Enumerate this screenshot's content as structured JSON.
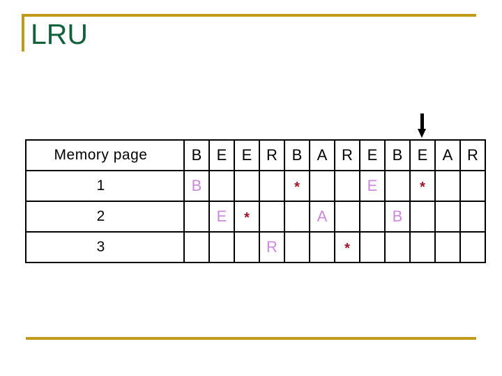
{
  "slide": {
    "title": "LRU",
    "title_color": "#13613C",
    "accent_color": "#BF9B17"
  },
  "annotation": {
    "arrow_icon": "arrow-down-icon",
    "arrow_target_column_index": 9
  },
  "table": {
    "header": {
      "label": "Memory page",
      "reference_string": [
        "B",
        "E",
        "E",
        "R",
        "B",
        "A",
        "R",
        "E",
        "B",
        "E",
        "A",
        "R"
      ]
    },
    "letter_color": "#CC88DD",
    "star_color": "#A61326",
    "rows": [
      {
        "label": "1",
        "cells": [
          "B",
          "",
          "",
          "",
          "*",
          "",
          "",
          "E",
          "",
          "*",
          "",
          ""
        ]
      },
      {
        "label": "2",
        "cells": [
          "",
          "E",
          "*",
          "",
          "",
          "A",
          "",
          "",
          "B",
          "",
          "",
          ""
        ]
      },
      {
        "label": "3",
        "cells": [
          "",
          "",
          "",
          "R",
          "",
          "",
          "*",
          "",
          "",
          "",
          "",
          ""
        ]
      }
    ]
  }
}
